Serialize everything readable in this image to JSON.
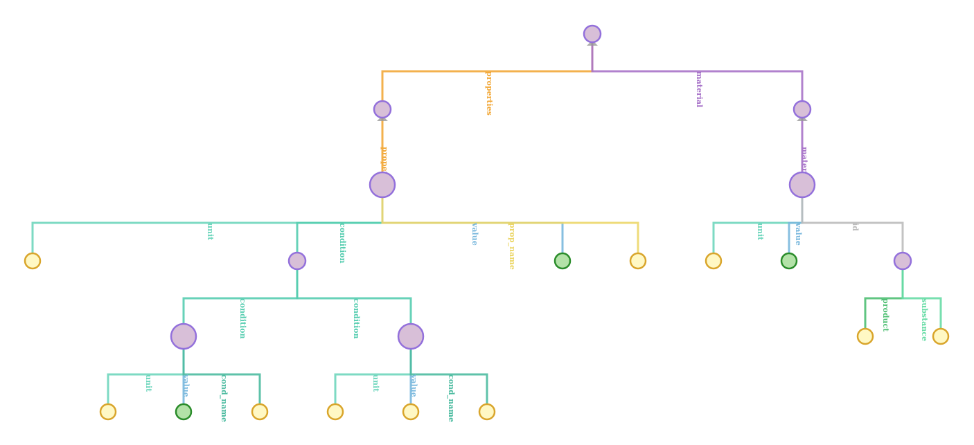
{
  "tree": {
    "colors": {
      "properties": "#f2a93b",
      "material": "#a874c9",
      "condition": "#56cdb0",
      "unit": "#6fd6bd",
      "value": "#7ab8dd",
      "prop_name": "#ecd76a",
      "cond_name": "#4cbba0",
      "id": "#bdbdbd",
      "product": "#4fbf73",
      "substance": "#68dca6",
      "node_fill": "#d8bfd8",
      "node_stroke": "#9370db",
      "leaf_fill": "#fff8c4",
      "leaf_stroke": "#d9a52b",
      "green_fill": "#b3e2a8",
      "green_stroke": "#2a8c2a",
      "arrow": "#999999"
    },
    "nodes": [
      {
        "id": "root",
        "kind": "node",
        "parent": null,
        "label": ""
      },
      {
        "id": "p1",
        "kind": "node",
        "parent": "root",
        "label": "properties",
        "edge": "properties"
      },
      {
        "id": "m1",
        "kind": "node",
        "parent": "root",
        "label": "material",
        "edge": "material"
      },
      {
        "id": "p2",
        "kind": "node_big",
        "parent": "p1",
        "label": "properties",
        "edge": "properties"
      },
      {
        "id": "m2",
        "kind": "node_big",
        "parent": "m1",
        "label": "material",
        "edge": "material"
      },
      {
        "id": "p2_unit",
        "kind": "leaf",
        "parent": "p2",
        "label": "unit",
        "edge": "unit"
      },
      {
        "id": "p2_cond",
        "kind": "node",
        "parent": "p2",
        "label": "condition",
        "edge": "condition"
      },
      {
        "id": "p2_value",
        "kind": "green",
        "parent": "p2",
        "label": "value",
        "edge": "value"
      },
      {
        "id": "p2_pname",
        "kind": "leaf",
        "parent": "p2",
        "label": "prop_name",
        "edge": "prop_name"
      },
      {
        "id": "c1",
        "kind": "node_big",
        "parent": "p2_cond",
        "label": "condition",
        "edge": "condition"
      },
      {
        "id": "c2",
        "kind": "node_big",
        "parent": "p2_cond",
        "label": "condition",
        "edge": "condition"
      },
      {
        "id": "c1_unit",
        "kind": "leaf",
        "parent": "c1",
        "label": "unit",
        "edge": "unit"
      },
      {
        "id": "c1_value",
        "kind": "green",
        "parent": "c1",
        "label": "value",
        "edge": "value"
      },
      {
        "id": "c1_cname",
        "kind": "leaf",
        "parent": "c1",
        "label": "cond_name",
        "edge": "cond_name"
      },
      {
        "id": "c2_unit",
        "kind": "leaf",
        "parent": "c2",
        "label": "unit",
        "edge": "unit"
      },
      {
        "id": "c2_value",
        "kind": "leaf",
        "parent": "c2",
        "label": "value",
        "edge": "value"
      },
      {
        "id": "c2_cname",
        "kind": "leaf",
        "parent": "c2",
        "label": "cond_name",
        "edge": "cond_name"
      },
      {
        "id": "m2_unit",
        "kind": "leaf",
        "parent": "m2",
        "label": "unit",
        "edge": "unit"
      },
      {
        "id": "m2_value",
        "kind": "green",
        "parent": "m2",
        "label": "value",
        "edge": "value"
      },
      {
        "id": "m2_id",
        "kind": "node",
        "parent": "m2",
        "label": "id",
        "edge": "id"
      },
      {
        "id": "id_product",
        "kind": "leaf",
        "parent": "m2_id",
        "label": "product",
        "edge": "product"
      },
      {
        "id": "id_substance",
        "kind": "leaf",
        "parent": "m2_id",
        "label": "substance",
        "edge": "substance"
      }
    ]
  }
}
